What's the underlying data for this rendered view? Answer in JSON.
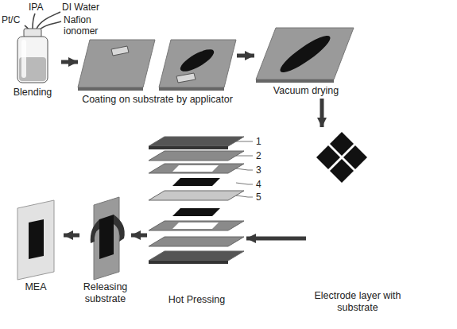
{
  "diagram": {
    "nodes": [
      {
        "text": [
          "Blending"
        ]
      },
      {
        "text": [
          "Coating on substrate by applicator"
        ]
      },
      {
        "text": [
          "Vacuum drying"
        ]
      },
      {
        "text": [
          "Electrode layer with substrate"
        ]
      },
      {
        "text": [
          "Hot Pressing"
        ]
      },
      {
        "text": [
          "Releasing substrate"
        ]
      },
      {
        "text": [
          "MEA"
        ]
      }
    ],
    "edges": [
      {
        "from": 0,
        "to": 1,
        "arrow": "to"
      },
      {
        "from": 1,
        "to": 2,
        "arrow": "to"
      },
      {
        "from": 2,
        "to": 3,
        "arrow": "to"
      },
      {
        "from": 3,
        "to": 4,
        "arrow": "to"
      },
      {
        "from": 4,
        "to": 5,
        "arrow": "to"
      },
      {
        "from": 5,
        "to": 6,
        "arrow": "to"
      }
    ],
    "labels": [
      "IPA",
      "DI Water",
      "Pt/C",
      "Nafion ionomer",
      "1",
      "2",
      "3",
      "4",
      "5"
    ]
  }
}
